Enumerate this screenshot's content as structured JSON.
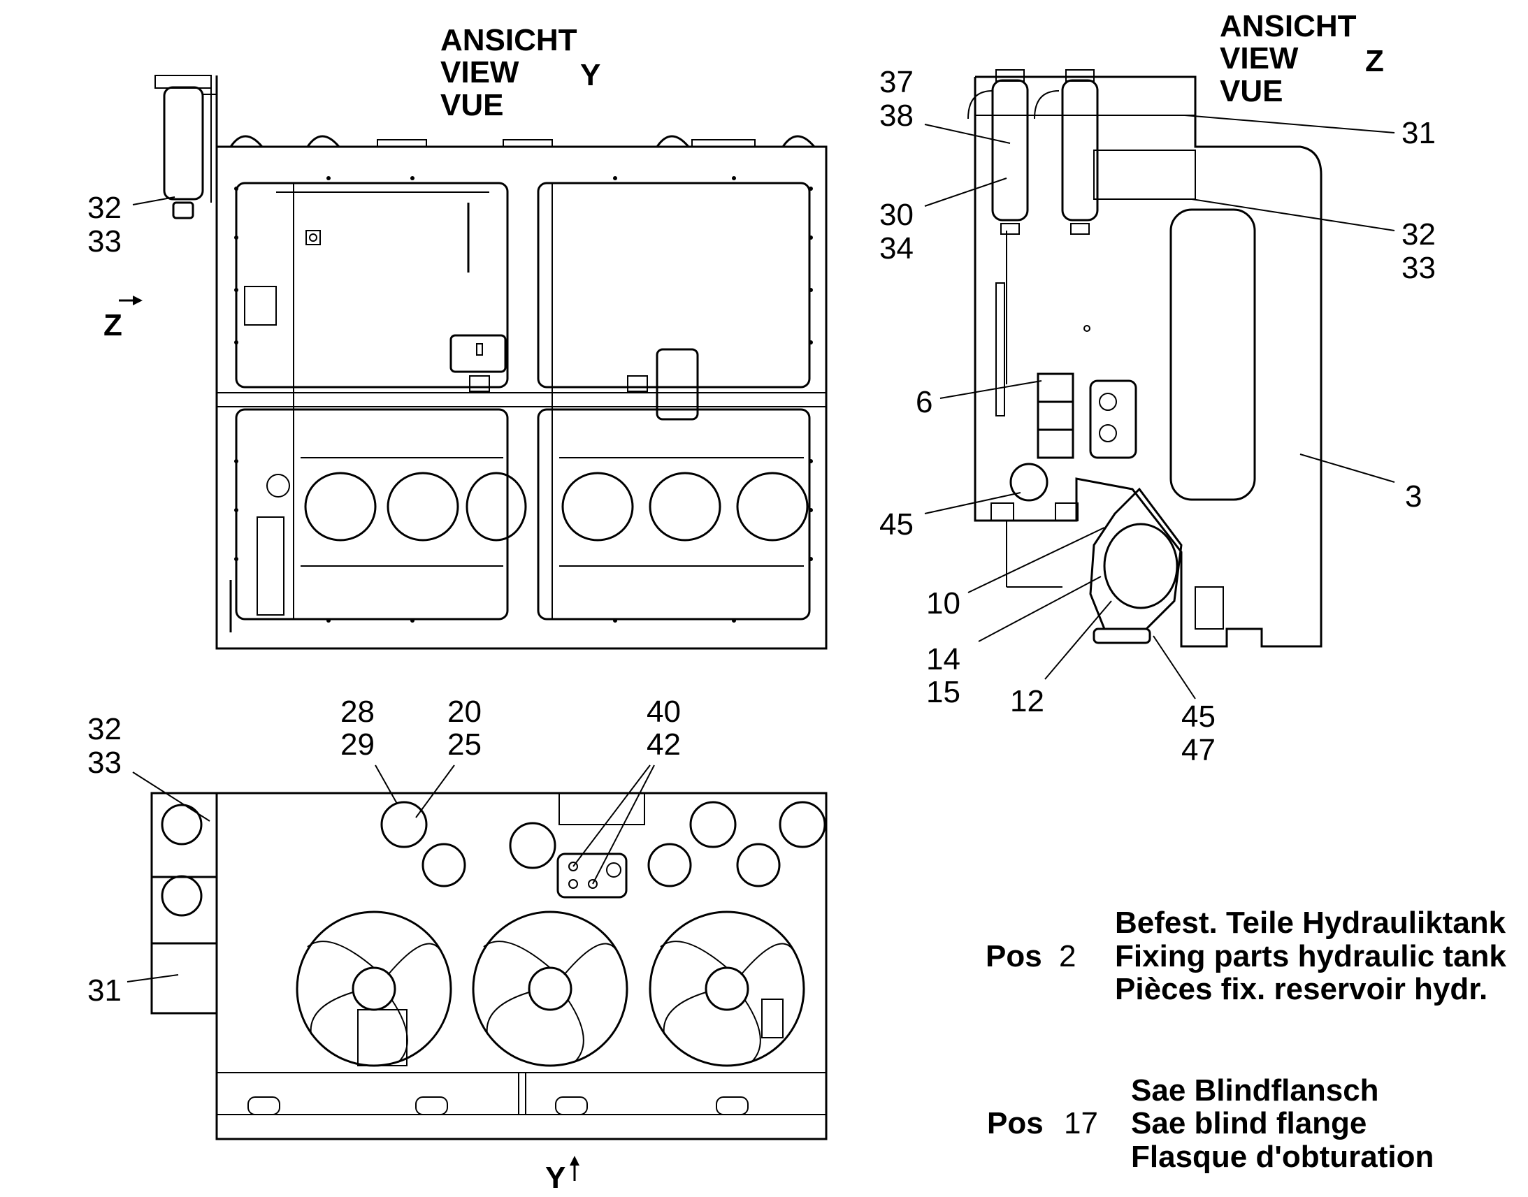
{
  "views": {
    "view_y": {
      "line1": "ANSICHT",
      "line2": "VIEW",
      "line3": "VUE",
      "letter": "Y"
    },
    "view_z": {
      "line1": "ANSICHT",
      "line2": "VIEW",
      "line3": "VUE",
      "letter": "Z"
    },
    "arrow_z_label": "Z",
    "arrow_y_label": "Y"
  },
  "callouts": {
    "c32a": "32",
    "c33a": "33",
    "c37": "37",
    "c38": "38",
    "c30": "30",
    "c34": "34",
    "c31a": "31",
    "c32b": "32",
    "c33b": "33",
    "c6": "6",
    "c3": "3",
    "c45a": "45",
    "c10": "10",
    "c14": "14",
    "c15": "15",
    "c12": "12",
    "c45b": "45",
    "c47": "47",
    "c32c": "32",
    "c33c": "33",
    "c28": "28",
    "c29": "29",
    "c20": "20",
    "c25": "25",
    "c40": "40",
    "c42": "42",
    "c31b": "31"
  },
  "legend": [
    {
      "pos_label": "Pos",
      "number": "2",
      "de": "Befest. Teile Hydrauliktank",
      "en": "Fixing parts hydraulic tank",
      "fr": "Pièces fix. reservoir hydr."
    },
    {
      "pos_label": "Pos",
      "number": "17",
      "de": "Sae Blindflansch",
      "en": "Sae blind flange",
      "fr": "Flasque d'obturation"
    }
  ]
}
